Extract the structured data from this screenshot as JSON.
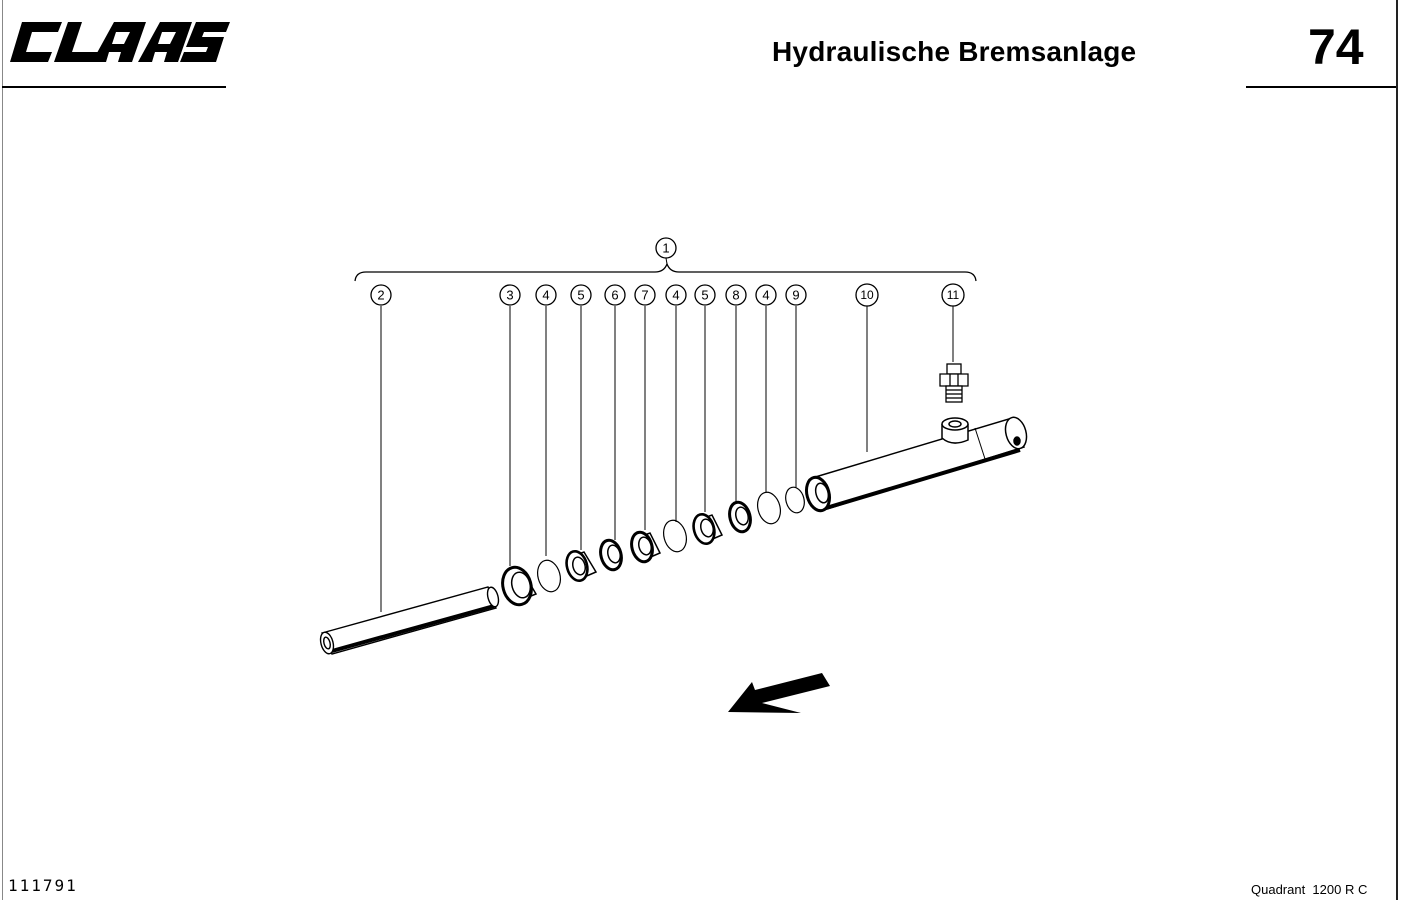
{
  "header": {
    "brand": "CLAAS",
    "title": "Hydraulische Bremsanlage",
    "page_number": "74"
  },
  "diagram": {
    "callouts": [
      "1",
      "2",
      "3",
      "4",
      "5",
      "6",
      "7",
      "4",
      "5",
      "8",
      "4",
      "9",
      "10",
      "11"
    ],
    "direction_arrow_icon": "arrow-down-left-icon"
  },
  "footer": {
    "doc_number": "111791",
    "model": "Quadrant  1200 R C"
  }
}
